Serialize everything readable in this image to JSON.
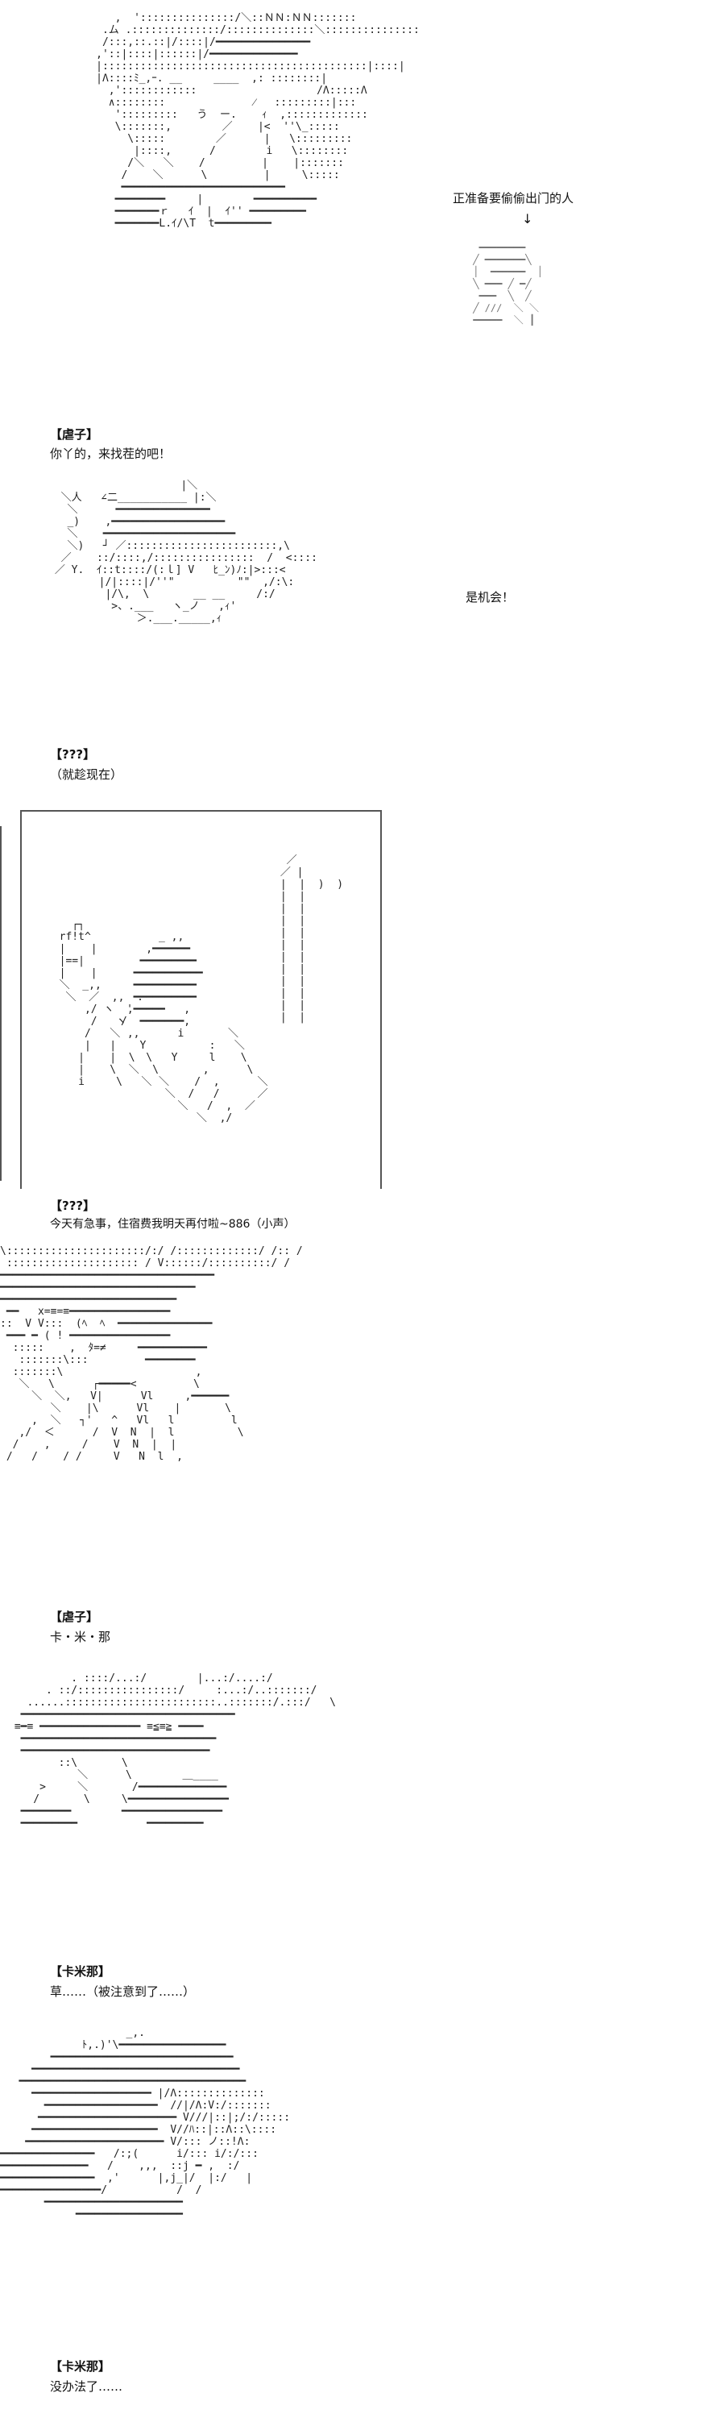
{
  "panel1": {
    "caption": "正准备要偷偷出门的人",
    "arrow": "↓",
    "art_main": "        ,  ':::::::::::::::/＼::ＮＮ:ＮＮ:::::::\n      .ム .::::::::::::::/::::::::::::::＼:::::::::::::::\n      /:::,::.::|/::::|/━━━━━━━━━━━━━━━\n     ,'::|::::|::::::|/━━━━━━━━━━━━━━\n     |::::::::::::::::::::::::::::::::::::::::::|::::|\n     |Λ::::ﾐ_,ｰ. __     ____  ,: ::::::::|\n       ,'::::::::::::                   /Λ:::::Λ\n       ∧::::::::              ⁄   :::::::::|:::\n        ':::::::::   う  ー.    ｨ  ,:::::::::::::\n        \\:::::::,        ／    |<  ''\\_:::::\n          \\:::::        ／      |   \\:::::::::\n           |::::,      /        i   \\::::::::\n          /＼   ＼    /         |    |:::::::\n         /    ＼      \\         |     \\:::::\n         ━━━━━━━━━━━━━━━━━━━━━━━━━━\n        ━━━━━━━━     |        ━━━━━━━━━━\n        ━━━━━━━ｒ   ｲ  |  ｲ'' ━━━━━━━━━\n        ━━━━━━━L.ｲ/\\T  t━━━━━━━━━",
    "art_side": "  ━━━━━━━━\n ╱ ━━━━━━━╲\n │  ━━━━━━  │\n ╲ ━━━ ╱ ━╱\n  ━━━  ╲  ╱\n ╱ ∕∕∕  ＼ ＼\n ━━━━━  ＼ ┃"
  },
  "dialog1": {
    "speaker": "【虐子】",
    "line": "你丫的，来找茬的吧！"
  },
  "panel2": {
    "aside": "是机会！",
    "art_main": "                     |＼\n  ＼人   ∠二___________ |:＼\n   ＼      ━━━━━━━━━━━━━━━\n   _)    ,━━━━━━━━━━━━━━━━━━\n   ＼    ━━━━━━━━━━━━━━━━━━━━━\n   ＼)   ┘ ／::::::::::::::::::::::::,\\\n  ／    ::/::::,/::::::::::::::::  /  <::::\n ／ Y.  ｲ::t::::/(:ｌ] V   ﾋ_ﾝ)ﾉ:|>:::<\n        |/|::::|/''\"          \"\"  ,/:\\:\n         |/\\,  \\       __ __     /:/\n          >、.___   ヽ_ノ   ,ｨ'\n              ＞.___._____,ｨ"
  },
  "dialog2": {
    "speaker": "【???】",
    "line": "（就趁现在）"
  },
  "panel3": {
    "art_main": "    ┌┐\n  rf!t^\n  |    |\n  |==|\n  |    |\n  ＼  _,,\n   ＼  ／  ,,  .\n      ,/ ヽ  '\n       /   ヽ\n      /   ＼\n      |   |\n     |    |  \\\n     |    \\  ＼\n     i     \\   ＼",
    "art_figure": "      _ ,,\n    ,━━━━━━\n   ━━━━━━━━━\n  ━━━━━━━━━━━\n  ━━━━━━━━━━\n  ━━━━━━━━━━\n ,━━━━━   ,\n/  ━━━━━━━,\n ,,      i       ＼\n   Y          :   ＼\n    \\   Y     l    \\\n     \\       ,      \\\n      ＼    /  ,      ＼\n       ＼  /   /      ／\n         ＼   /  ,  ／\n            ＼  ,/",
    "art_door": "  ／\n ／ |\n |  |  )  )\n |  |\n |  |\n |  |\n |  |\n |  |\n |  |\n |  |\n |  |\n |  |\n |  |\n |  |"
  },
  "dialog3": {
    "speaker": "【???】",
    "line": "今天有急事，住宿费我明天再付啦~886（小声）"
  },
  "panel4": {
    "art_main": "\\::::::::::::::::::::::/:/ /:::::::::::::/ /:: /\n ::::::::::::::::::::: / V::::::/::::::::::/ /\n━━━━━━━━━━━━━━━━━━━━━━━━━━━━━━━━━━\n━━━━━━━━━━━━━━━━━━━━━━━━━━━━━━━\n━━━━━━━━━━━━━━━━━━━━━━━━━━━━\n ━━   x=≡=≡━━━━━━━━━━━━━━━━\n::  V V:::  (ﾍ  ﾍ  ━━━━━━━━━━━━━━━\n ━━━ ━ ( ! ━━━━━━━━━━━━━━━━\n  :::::    ,  ﾀ=≠     ━━━━━━━━━━━\n   :::::::\\:::         ━━━━━━━━\n  :::::::\\                     ,\n   ＼   \\      ┌━━━━━<         \\\n     ＼  ＼,   V|      Vl     ,━━━━━━\n        ＼    |\\      Vl    |       \\\n     ,  ＼   ┐'   ^   Vl   l         l\n   ,/  ＜      /  V  N  |  l          \\\n  /    ,     /    V  N  |  |\n /   /    / /     V   N  l  ,"
  },
  "dialog4": {
    "speaker": "【虐子】",
    "line": "卡・米・那"
  },
  "panel5": {
    "art_main": "          . ::::/...:/        |...:/....:/\n      . ::/::::::::::::::::/     :...:/..:::::::/\n   ......::::::::::::::::::::::::..:::::::/.:::/   \\\n  ━━━━━━━━━━━━━━━━━━━━━━━━━━━━━━━━━━\n ≡━≡ ━━━━━━━━━━━━━━━━ ≡≦≡≧ ━━━━\n  ━━━━━━━━━━━━━━━━━━━━━━━━━━━━━━━\n  ━━━━━━━━━━━━━━━━━━━━━━━━━━━━━━\n        ::\\       \\\n           ＼      \\        ＿____\n     >     ＼       /━━━━━━━━━━━━━━\n    /       \\     \\━━━━━━━━━━━━━━━━\n  ━━━━━━━━        ━━━━━━━━━━━━━━━━\n  ━━━━━━━━━           ━━━━━━━━━"
  },
  "dialog5": {
    "speaker": "【卡米那】",
    "line": "草……（被注意到了……）"
  },
  "panel6": {
    "art_main": "                    _,.\n             ﾄ,.)'\\━━━━━━━━━━━━━━━━━\n        ━━━━━━━━━━━━━━━━━━━━━━━━━━━━━\n     ━━━━━━━━━━━━━━━━━━━━━━━━━━━━━━━━━\n   ━━━━━━━━━━━━━━━━━━━━━━━━━━━━━━━━━━━━\n     ━━━━━━━━━━━━━━━━━━━ |/Λ::::::::::::::\n       ━━━━━━━━━━━━━━━━━━  //|/Λ:V:/:::::::\n      ━━━━━━━━━━━━━━━━━━━━━━ V///|::|;/:/:::::\n     ━━━━━━━━━━━━━━━━━━━━  V//ﾊ::|::Λ::\\::::\n    ━━━━━━━━━━━━━━━━━━━━━━ V/::: ノ::!Λ:\n━━━━━━━━━━━━━━━   /:;(      i/::: i/:/:::\n━━━━━━━━━━━━━━   /    ,,,  ::j ━ ,  :/\n━━━━━━━━━━━━━━━  ,'      |,j_|/  |:/   |\n━━━━━━━━━━━━━━━━/           /  /\n       ━━━━━━━━━━━━━━━━━━━━━━\n            ━━━━━━━━━━━━━━━━━"
  },
  "dialog6": {
    "speaker": "【卡米那】",
    "line": "没办法了……"
  }
}
